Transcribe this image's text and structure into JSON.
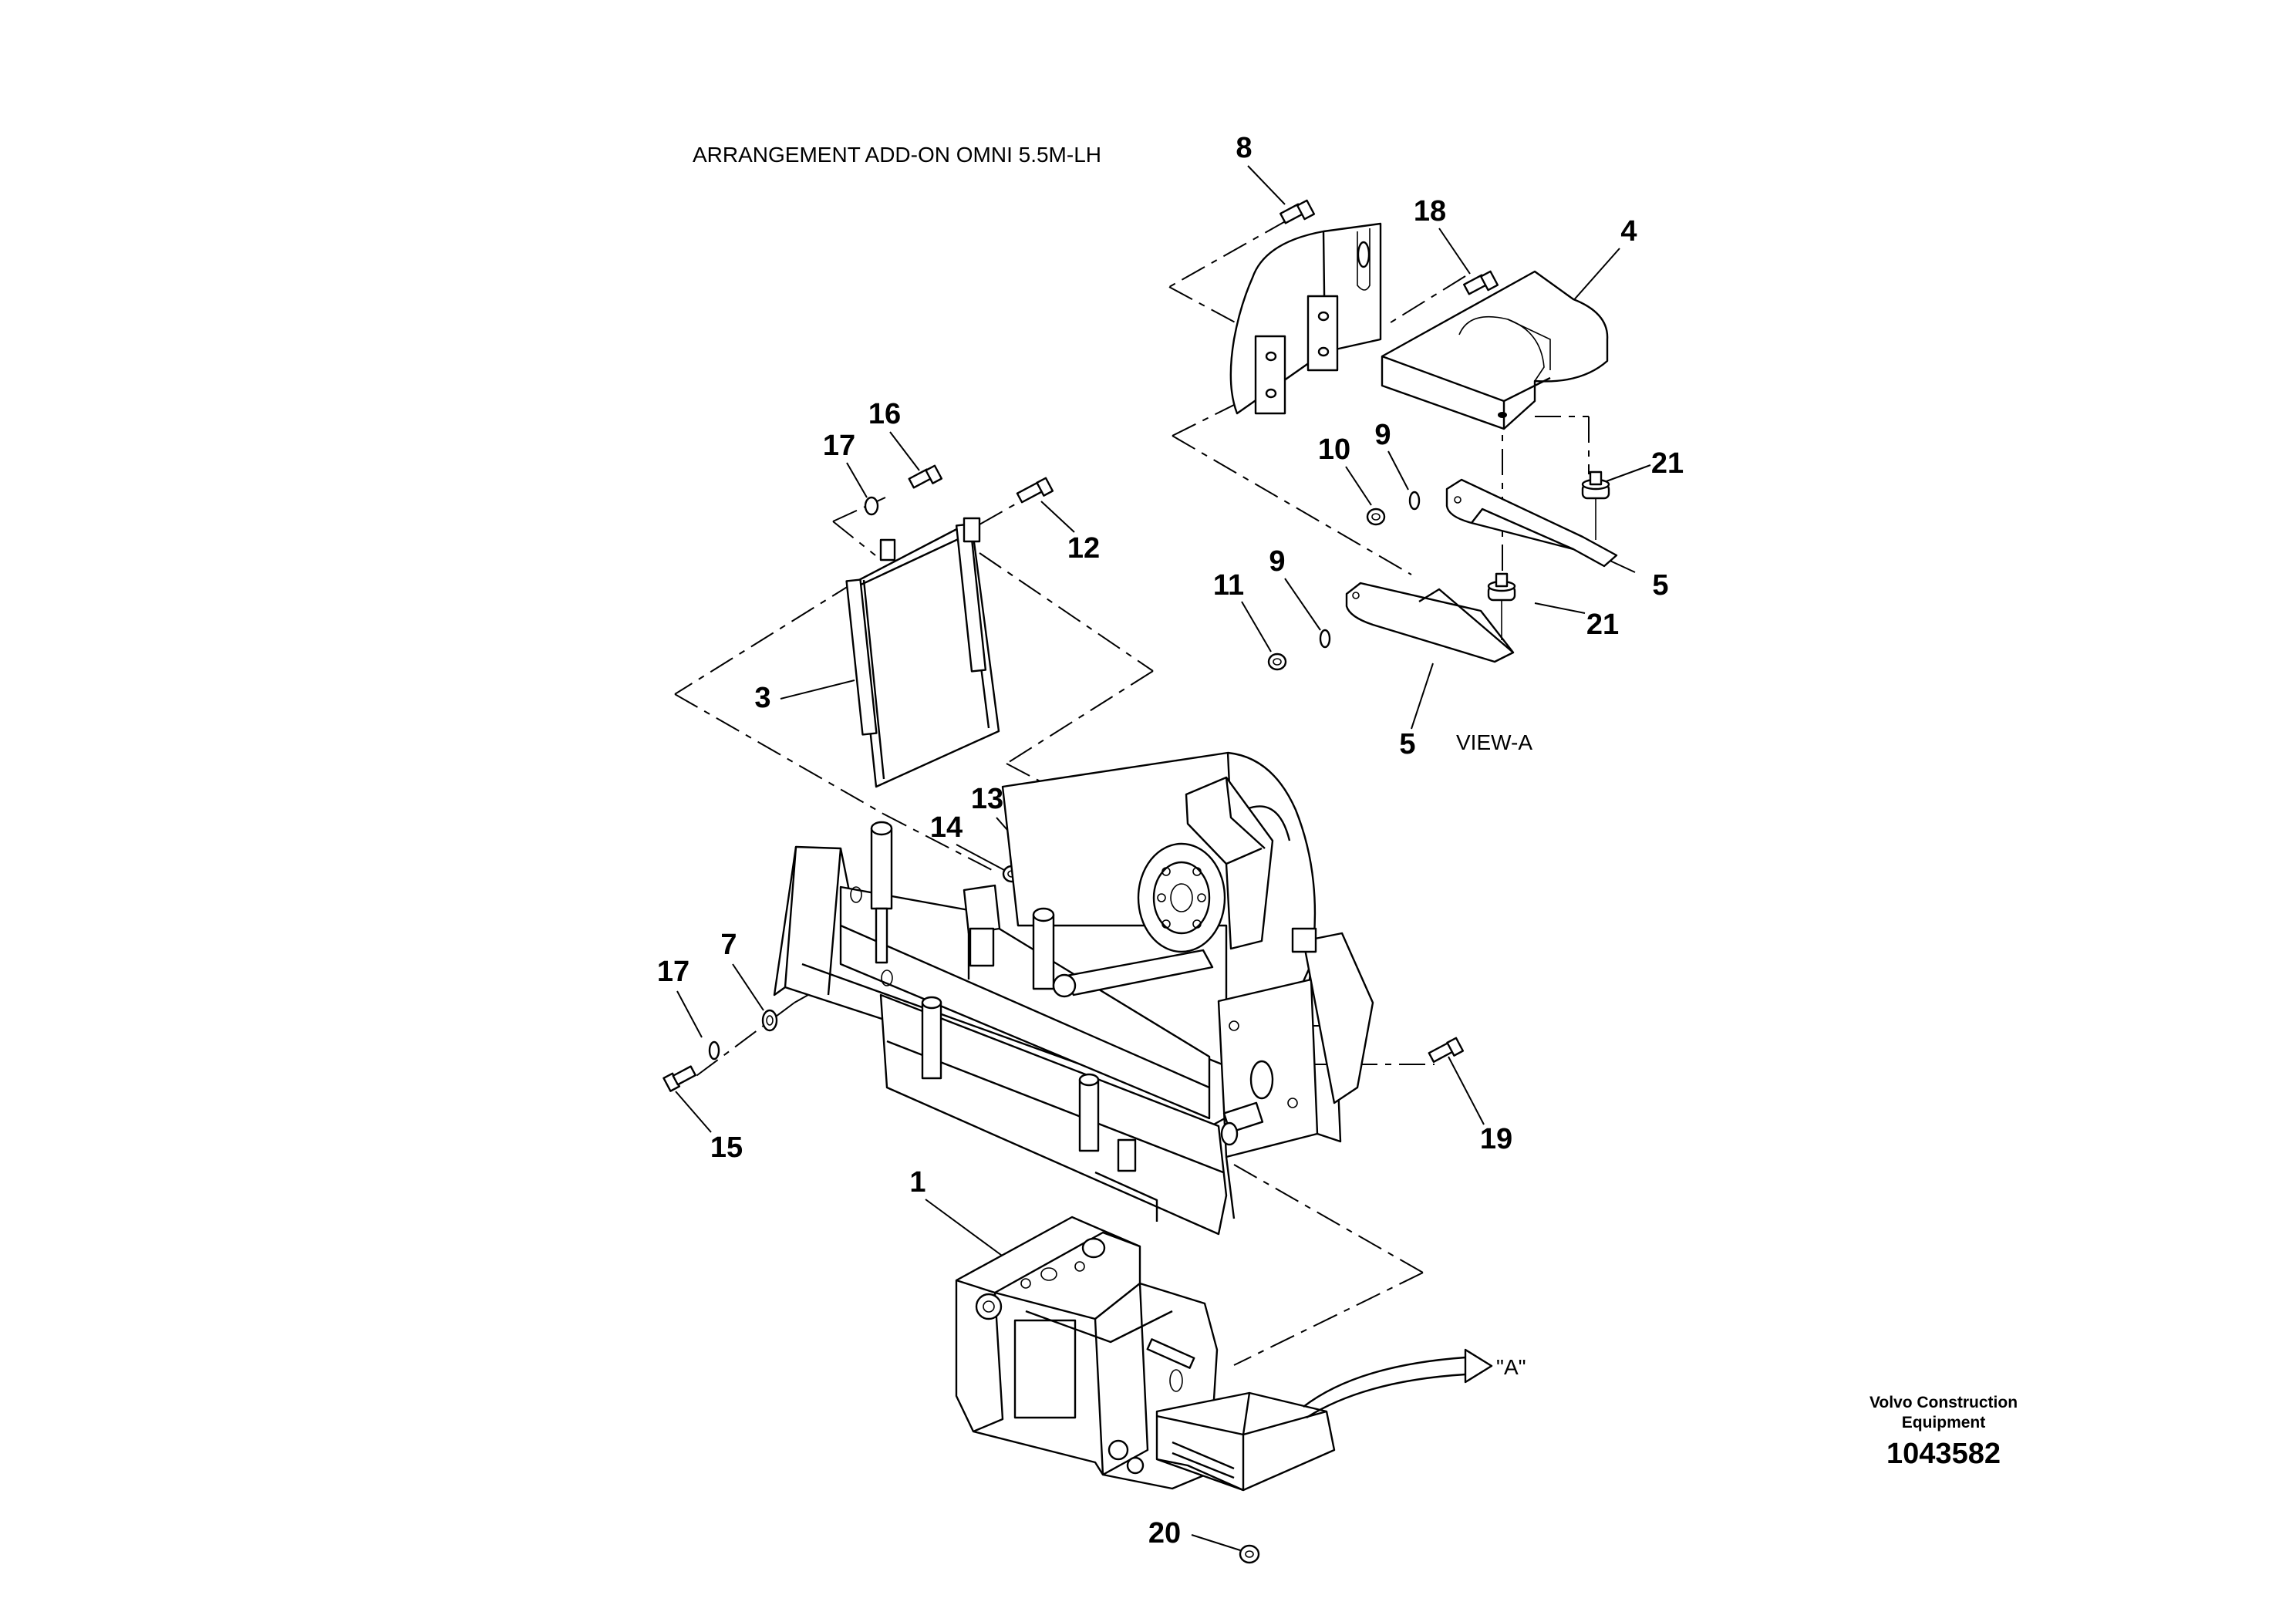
{
  "drawing": {
    "title": "ARRANGEMENT ADD-ON OMNI 5.5M-LH",
    "view_caption": "VIEW-A",
    "view_ref": "\"A\"",
    "brand_line1": "Volvo Construction",
    "brand_line2": "Equipment",
    "document_number": "1043582"
  },
  "callouts": [
    {
      "id": "c8",
      "text": "8"
    },
    {
      "id": "c18",
      "text": "18"
    },
    {
      "id": "c4",
      "text": "4"
    },
    {
      "id": "c16",
      "text": "16"
    },
    {
      "id": "c17a",
      "text": "17"
    },
    {
      "id": "c12",
      "text": "12"
    },
    {
      "id": "c10",
      "text": "10"
    },
    {
      "id": "c9a",
      "text": "9"
    },
    {
      "id": "c21a",
      "text": "21"
    },
    {
      "id": "c5a",
      "text": "5"
    },
    {
      "id": "c11",
      "text": "11"
    },
    {
      "id": "c9b",
      "text": "9"
    },
    {
      "id": "c21b",
      "text": "21"
    },
    {
      "id": "c3",
      "text": "3"
    },
    {
      "id": "c5b",
      "text": "5"
    },
    {
      "id": "c13",
      "text": "13"
    },
    {
      "id": "c14",
      "text": "14"
    },
    {
      "id": "c17b",
      "text": "17"
    },
    {
      "id": "c7",
      "text": "7"
    },
    {
      "id": "c15",
      "text": "15"
    },
    {
      "id": "c19",
      "text": "19"
    },
    {
      "id": "c1",
      "text": "1"
    },
    {
      "id": "c20",
      "text": "20"
    }
  ]
}
